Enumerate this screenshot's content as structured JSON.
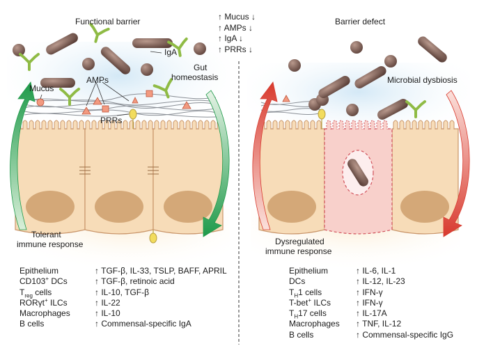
{
  "left_panel": {
    "title": "Functional barrier",
    "labels": {
      "iga": "IgA",
      "gut": "Gut",
      "homeostasis": "homeostasis",
      "mucus": "Mucus",
      "amps": "AMPs",
      "prrs": "PRRs",
      "tolerant_1": "Tolerant",
      "tolerant_2": "immune response"
    },
    "cells": [
      {
        "pre": "Epithelium",
        "sup": "",
        "sub": "",
        "post": ""
      },
      {
        "pre": "CD103",
        "sup": "+",
        "sub": "",
        "post": " DCs"
      },
      {
        "pre": "T",
        "sup": "",
        "sub": "reg",
        "post": " cells"
      },
      {
        "pre": "RORγt",
        "sup": "+",
        "sub": "",
        "post": " ILCs"
      },
      {
        "pre": "Macrophages",
        "sup": "",
        "sub": "",
        "post": ""
      },
      {
        "pre": "B cells",
        "sup": "",
        "sub": "",
        "post": ""
      }
    ],
    "effects": [
      "↑ TGF-β, IL-33, TSLP, BAFF, APRIL",
      "↑ TGF-β, retinoic acid",
      "↑ IL-10, TGF-β",
      "↑ IL-22",
      "↑ IL-10",
      "↑ Commensal-specific IgA"
    ]
  },
  "middle_list": [
    "↑ Mucus ↓",
    "↑ AMPs ↓",
    "↑ IgA ↓",
    "↑ PRRs ↓"
  ],
  "right_panel": {
    "title": "Barrier defect",
    "labels": {
      "dysbiosis": "Microbial dysbiosis",
      "dysregulated_1": "Dysregulated",
      "dysregulated_2": "immune response"
    },
    "cells": [
      {
        "pre": "Epithelium",
        "sup": "",
        "sub": "",
        "post": ""
      },
      {
        "pre": "DCs",
        "sup": "",
        "sub": "",
        "post": ""
      },
      {
        "pre": "T",
        "sup": "",
        "sub": "H",
        "post": "1 cells"
      },
      {
        "pre": "T-bet",
        "sup": "+",
        "sub": "",
        "post": " ILCs"
      },
      {
        "pre": "T",
        "sup": "",
        "sub": "H",
        "post": "17 cells"
      },
      {
        "pre": "Macrophages",
        "sup": "",
        "sub": "",
        "post": ""
      },
      {
        "pre": "B cells",
        "sup": "",
        "sub": "",
        "post": ""
      }
    ],
    "effects": [
      "↑ IL-6, IL-1",
      "↑ IL-12, IL-23",
      "↑ IFN-γ",
      "↑ IFN-γ",
      "↑ IL-17A",
      "↑ TNF, IL-12",
      "↑ Commensal-specific IgG"
    ]
  },
  "colors": {
    "cell_fill": "#f7dcb8",
    "cell_stroke": "#c9956a",
    "nucleus": "#d4a878",
    "bacteria": "#7a5a52",
    "iga_green": "#8fbb45",
    "amp_red": "#e07a5f",
    "arrow_green": "#1f9a4a",
    "arrow_red": "#d83a2e",
    "damaged_cell": "#f8d0cb",
    "prr_yellow": "#f2dc5d"
  }
}
